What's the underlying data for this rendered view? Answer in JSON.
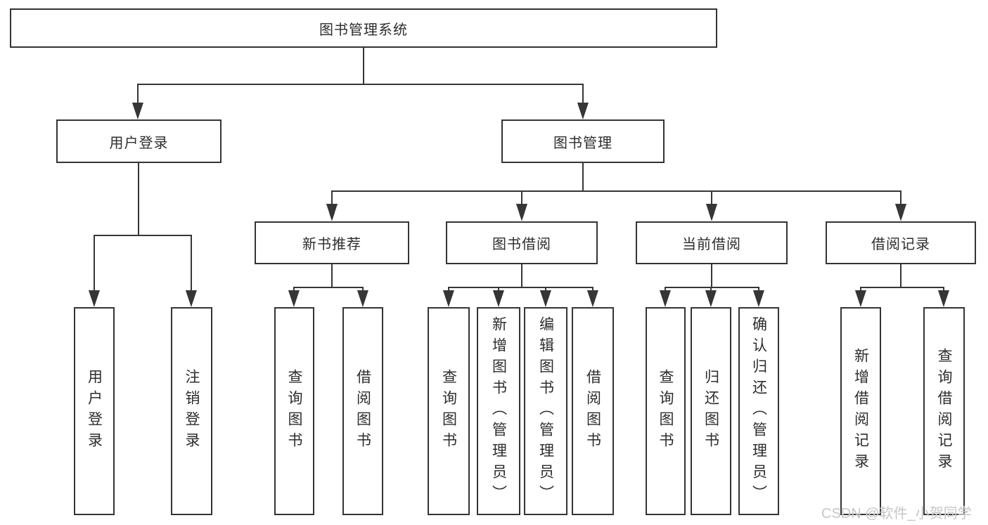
{
  "tree": {
    "root": {
      "label": "图书管理系统"
    },
    "user_login": {
      "label": "用户登录",
      "children": [
        {
          "label": "用户登录"
        },
        {
          "label": "注销登录"
        }
      ]
    },
    "book_mgmt": {
      "label": "图书管理",
      "sections": {
        "new_book": {
          "label": "新书推荐",
          "children": [
            {
              "label": "查询图书"
            },
            {
              "label": "借阅图书"
            }
          ]
        },
        "borrow": {
          "label": "图书借阅",
          "children": [
            {
              "label": "查询图书"
            },
            {
              "label": "新增图书（管理员）"
            },
            {
              "label": "编辑图书（管理员）"
            },
            {
              "label": "借阅图书"
            }
          ]
        },
        "current": {
          "label": "当前借阅",
          "children": [
            {
              "label": "查询图书"
            },
            {
              "label": "归还图书"
            },
            {
              "label": "确认归还（管理员）"
            }
          ]
        },
        "records": {
          "label": "借阅记录",
          "children": [
            {
              "label": "新增借阅记录"
            },
            {
              "label": "查询借阅记录"
            }
          ]
        }
      }
    }
  },
  "watermark": {
    "text": "CSDN @软件_小贺同学"
  },
  "colors": {
    "line": "#363636",
    "border": "#343434",
    "text": "#2d2d2d",
    "watermark": "#c6c6c6",
    "background": "#ffffff"
  }
}
